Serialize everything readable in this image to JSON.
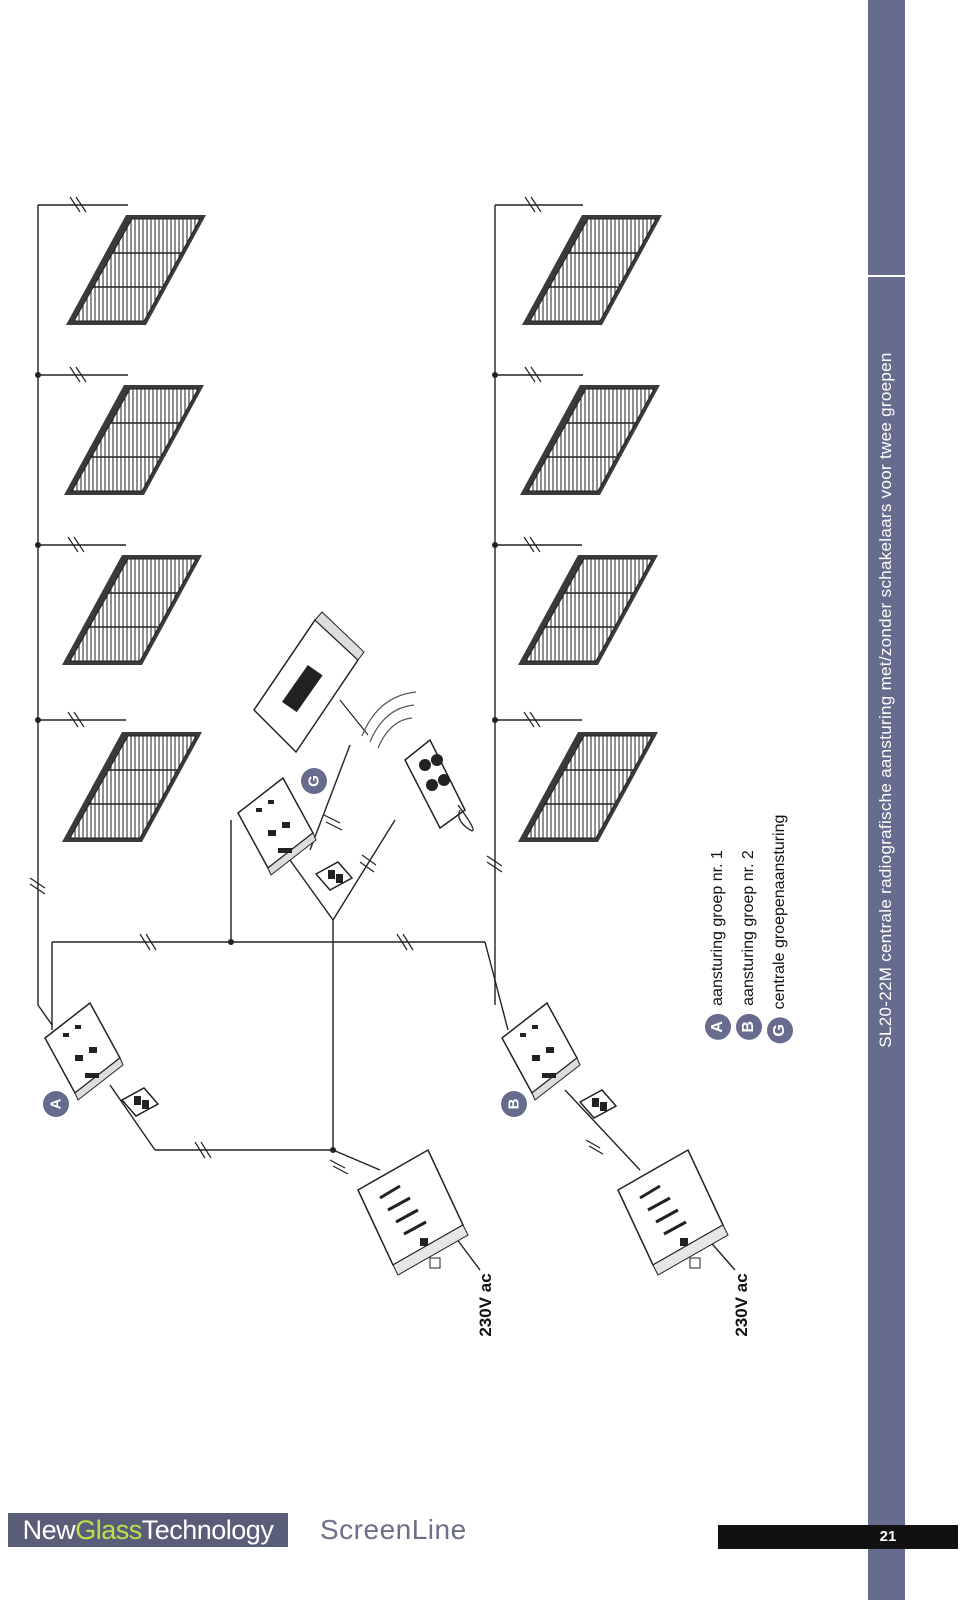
{
  "caption": "SL20-22M centrale radiografische aansturing met/zonder schakelaars voor twee groepen",
  "page_number": "21",
  "brand": {
    "new": "New",
    "glass": "Glass",
    "technology": "Technology",
    "product": "ScreenLine"
  },
  "supply": {
    "upper_label": "230V ac",
    "lower_label": "230V ac"
  },
  "legend": [
    {
      "key": "A",
      "text": "aansturing groep nr. 1"
    },
    {
      "key": "B",
      "text": "aansturing groep nr. 2"
    },
    {
      "key": "G",
      "text": "centrale groepenaansturing"
    }
  ],
  "callouts": {
    "a": "A",
    "b": "B",
    "g": "G"
  },
  "colors": {
    "band": "#676c8f",
    "badge": "#676c8f",
    "line": "#222222",
    "accent": "#bfe04a"
  }
}
